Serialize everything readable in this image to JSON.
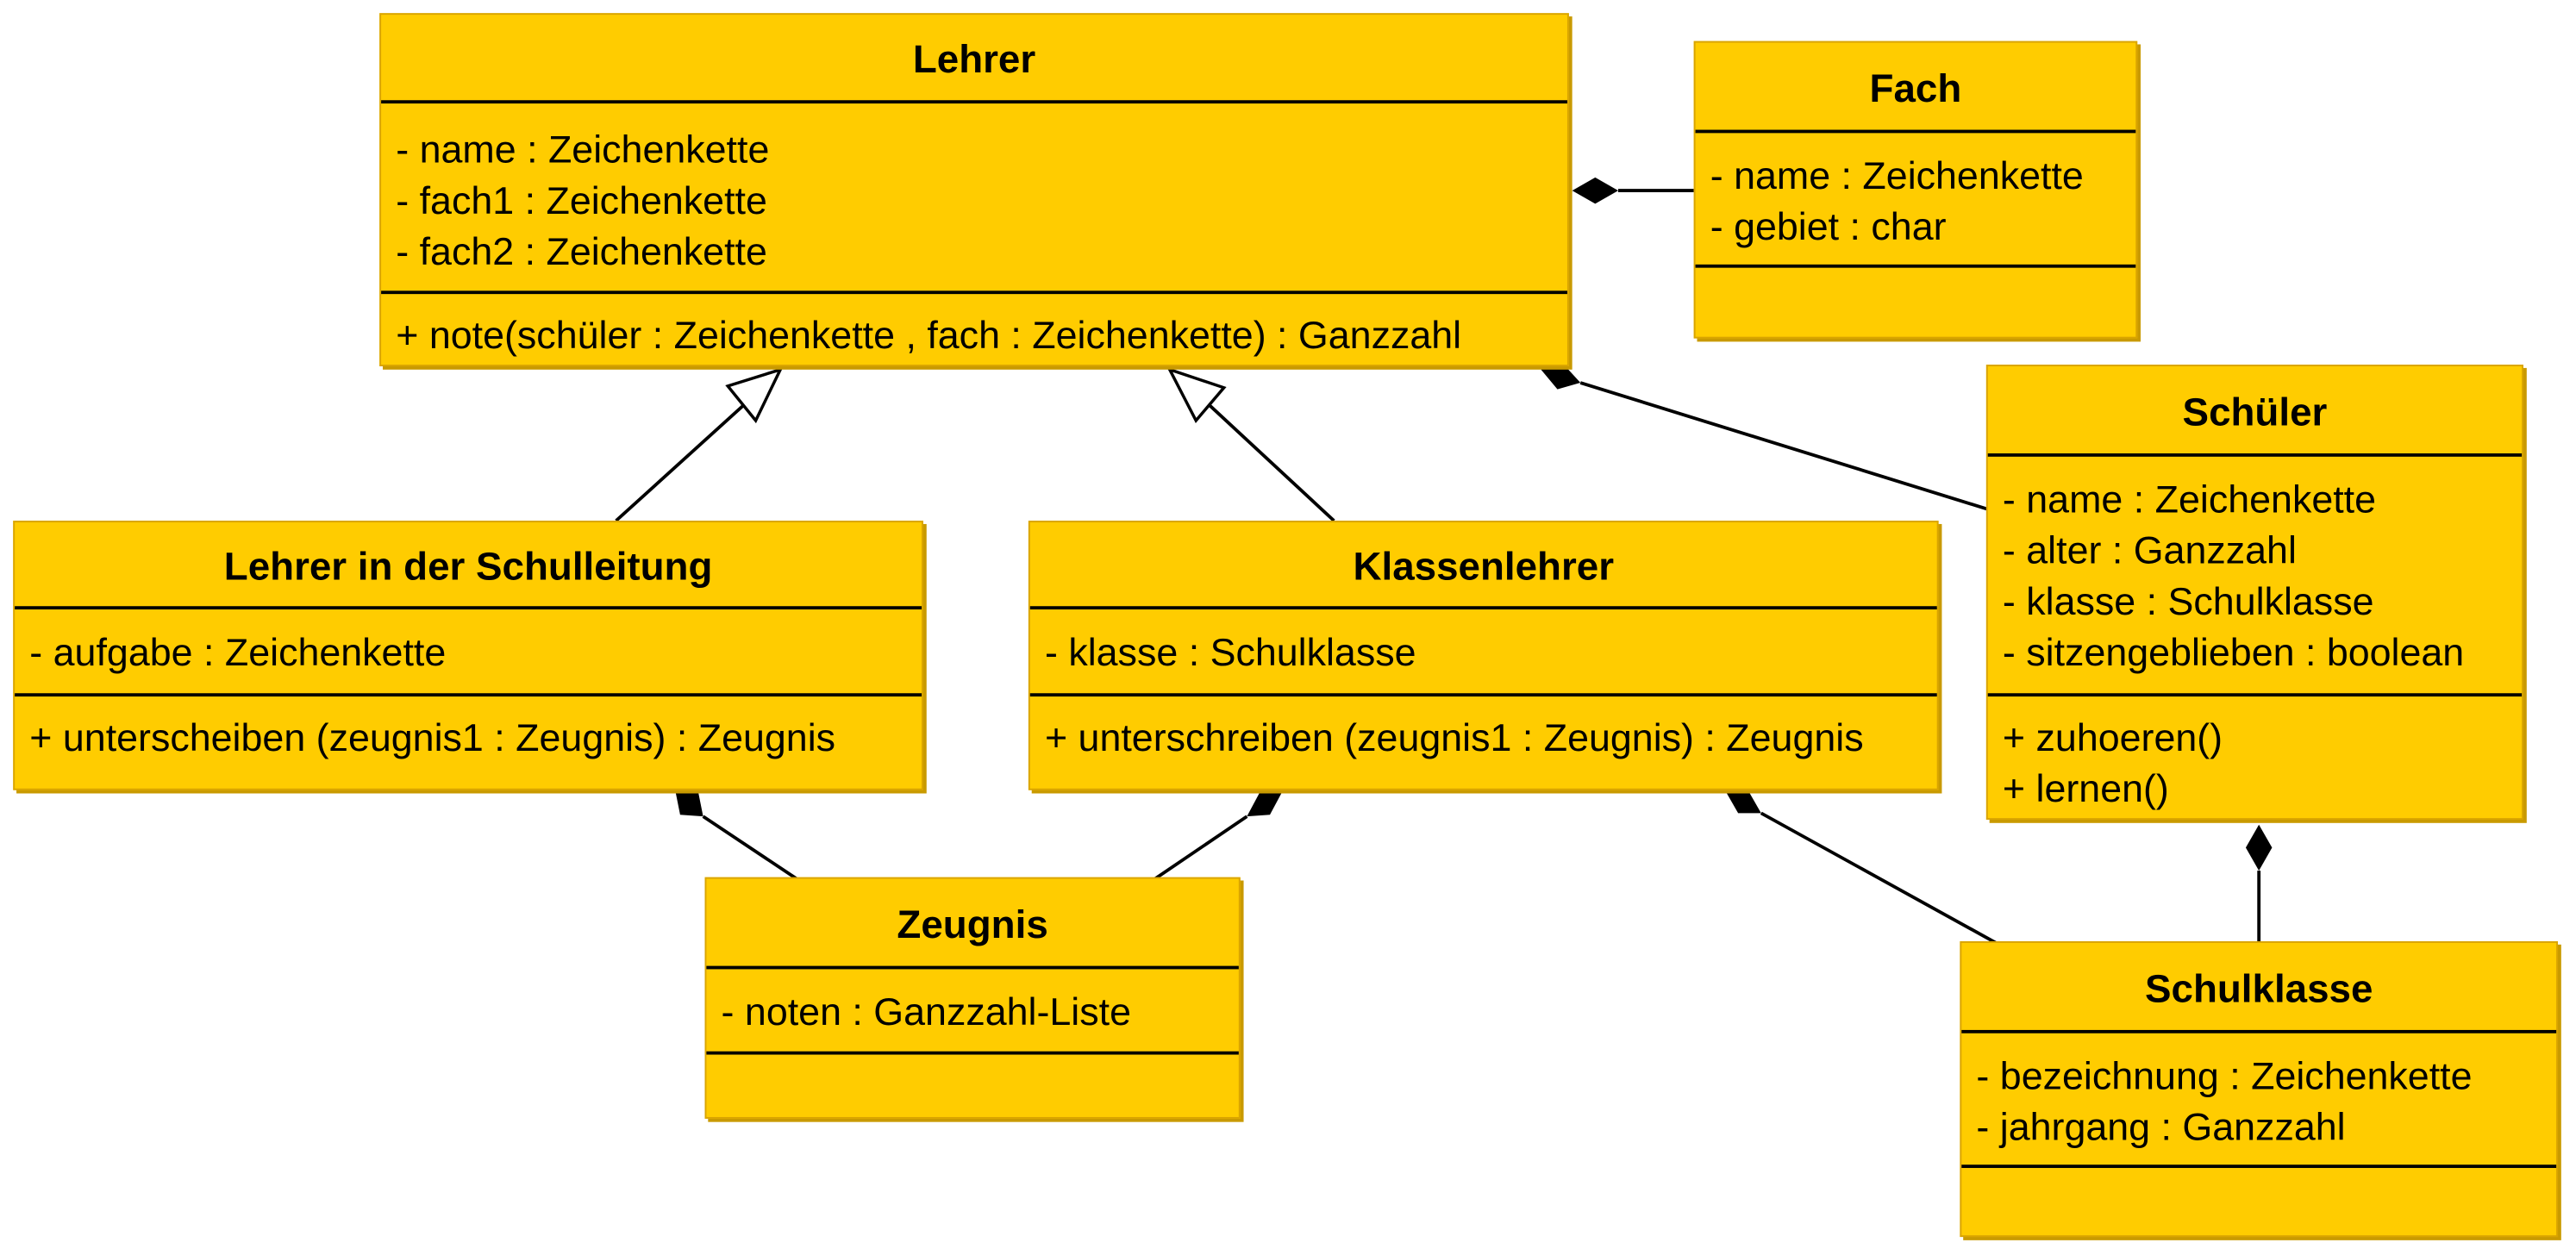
{
  "classes": {
    "lehrer": {
      "name": "Lehrer",
      "attributes": [
        "- name : Zeichenkette",
        "- fach1 : Zeichenkette",
        "- fach2 : Zeichenkette"
      ],
      "operations": [
        "+ note(schüler : Zeichenkette , fach : Zeichenkette) : Ganzzahl"
      ]
    },
    "fach": {
      "name": "Fach",
      "attributes": [
        "- name : Zeichenkette",
        "- gebiet : char"
      ],
      "operations": []
    },
    "schueler": {
      "name": "Schüler",
      "attributes": [
        "- name : Zeichenkette",
        "- alter : Ganzzahl",
        "- klasse : Schulklasse",
        "- sitzengeblieben : boolean"
      ],
      "operations": [
        "+ zuhoeren()",
        "+ lernen()"
      ]
    },
    "schulleitung": {
      "name": "Lehrer in der Schulleitung",
      "attributes": [
        "- aufgabe : Zeichenkette"
      ],
      "operations": [
        "+ unterscheiben (zeugnis1 : Zeugnis) : Zeugnis"
      ]
    },
    "klassenlehrer": {
      "name": "Klassenlehrer",
      "attributes": [
        "- klasse : Schulklasse"
      ],
      "operations": [
        "+ unterschreiben (zeugnis1 : Zeugnis) : Zeugnis"
      ]
    },
    "zeugnis": {
      "name": "Zeugnis",
      "attributes": [
        "- noten : Ganzzahl-Liste"
      ],
      "operations": []
    },
    "schulklasse": {
      "name": "Schulklasse",
      "attributes": [
        "- bezeichnung : Zeichenkette",
        "- jahrgang : Ganzzahl"
      ],
      "operations": []
    }
  },
  "relations": [
    {
      "type": "generalization",
      "from": "schulleitung",
      "to": "lehrer"
    },
    {
      "type": "generalization",
      "from": "klassenlehrer",
      "to": "lehrer"
    },
    {
      "type": "composition",
      "whole": "lehrer",
      "part": "fach"
    },
    {
      "type": "composition",
      "whole": "lehrer",
      "part": "schueler"
    },
    {
      "type": "composition",
      "whole": "schulleitung",
      "part": "zeugnis"
    },
    {
      "type": "composition",
      "whole": "klassenlehrer",
      "part": "zeugnis"
    },
    {
      "type": "composition",
      "whole": "klassenlehrer",
      "part": "schulklasse"
    },
    {
      "type": "composition",
      "whole": "schueler",
      "part": "schulklasse"
    }
  ]
}
